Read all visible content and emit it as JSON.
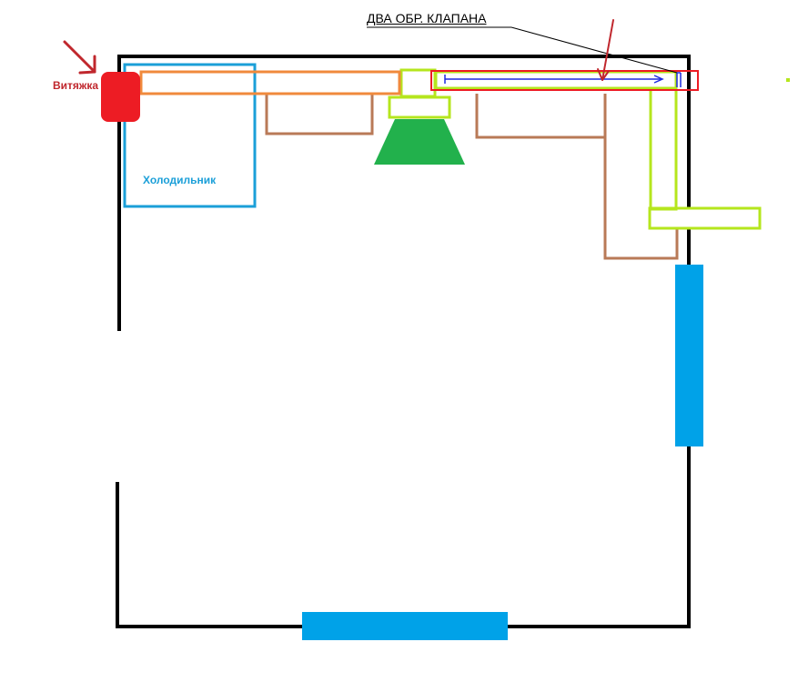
{
  "labels": {
    "hood": "Витяжка",
    "fridge": "Холодильник",
    "check_valves": "ДВА ОБР. КЛАПАНА"
  },
  "colors": {
    "wall": "#000000",
    "window": "#00a2e8",
    "hood": "#ed1c24",
    "hood_label": "#c0272d",
    "fridge": "#1b9fd8",
    "duct": "#f08a3c",
    "fan_box": "#b5e61d",
    "cabinet": "#b97a57",
    "lamp": "#22b14c",
    "valve_frame": "#ed1c24",
    "flow_arrow": "#1d2bdf",
    "callout": "#000000"
  }
}
